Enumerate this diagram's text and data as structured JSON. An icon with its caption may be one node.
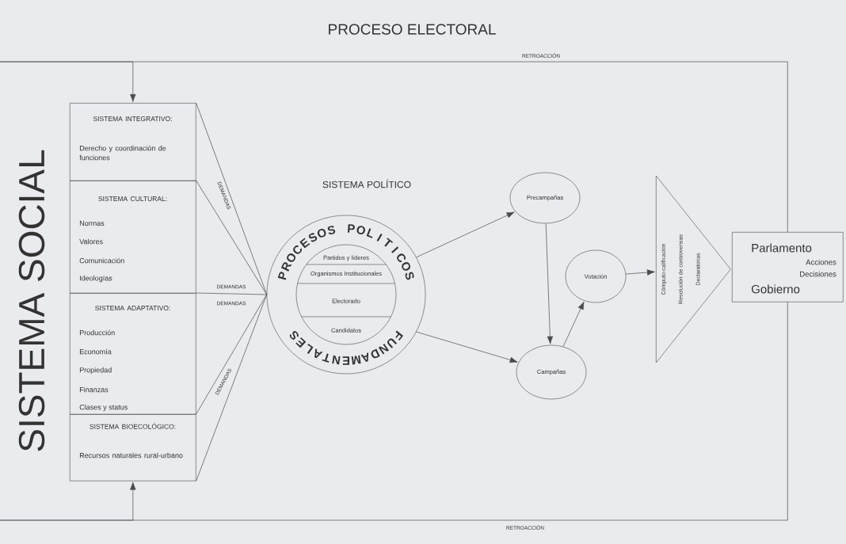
{
  "diagram": {
    "title": "PROCESO ELECTORAL",
    "nodes": [
      {
        "text": [
          "SISTEMA INTEGRATIVO:",
          "Derecho y coordinación de funciones"
        ]
      },
      {
        "text": [
          "SISTEMA CULTURAL:",
          "Normas",
          "Valores",
          "Comunicación",
          "Ideologías"
        ]
      },
      {
        "text": [
          "SISTEMA ADAPTATIVO:",
          "Producción",
          "Economía",
          "Propiedad",
          "Finanzas",
          "Clases y status"
        ]
      },
      {
        "text": [
          "SISTEMA BIOECOLÓGICO:",
          "Recursos naturales rural-urbano"
        ]
      },
      {
        "text": [
          "SISTEMA POLÍTICO",
          "PROCESOS POLITICOS",
          "FUNDAMENTALES"
        ]
      },
      {
        "text": [
          "Partidos y líderes",
          "Organismos Institucionales",
          "Electorado",
          "Candidatos"
        ],
        "in": 4
      },
      {
        "text": [
          "Precampañas"
        ]
      },
      {
        "text": [
          "Campañas"
        ]
      },
      {
        "text": [
          "Votación"
        ]
      },
      {
        "text": [
          "Cómputo-calificación",
          "Resolución de controversias",
          "Declaratorias"
        ]
      },
      {
        "text": [
          "Parlamento",
          "Acciones",
          "Decisiones",
          "Gobierno"
        ]
      }
    ],
    "edges": [
      {
        "from": 0,
        "to": 4,
        "arrow": "none",
        "label": "DEMANDAS"
      },
      {
        "from": 1,
        "to": 4,
        "arrow": "none"
      },
      {
        "from": 2,
        "to": 4,
        "arrow": "none",
        "label": "DEMANDAS"
      },
      {
        "from": 3,
        "to": 4,
        "arrow": "none",
        "label": "DEMANDAS"
      },
      {
        "from": 3,
        "to": 4,
        "arrow": "none"
      },
      {
        "from": 4,
        "to": 6,
        "arrow": "to"
      },
      {
        "from": 4,
        "to": 7,
        "arrow": "to"
      },
      {
        "from": 6,
        "to": 7,
        "arrow": "to"
      },
      {
        "from": 7,
        "to": 8,
        "arrow": "to"
      },
      {
        "from": 8,
        "to": 9,
        "arrow": "to"
      },
      {
        "from": 10,
        "to": 0,
        "arrow": "to",
        "label": "RETROACCIÓN"
      },
      {
        "from": 10,
        "to": 3,
        "arrow": "to",
        "label": "RETROACCIÓN"
      }
    ],
    "labels": [
      "SISTEMA SOCIAL",
      "DEMANDAS"
    ]
  }
}
